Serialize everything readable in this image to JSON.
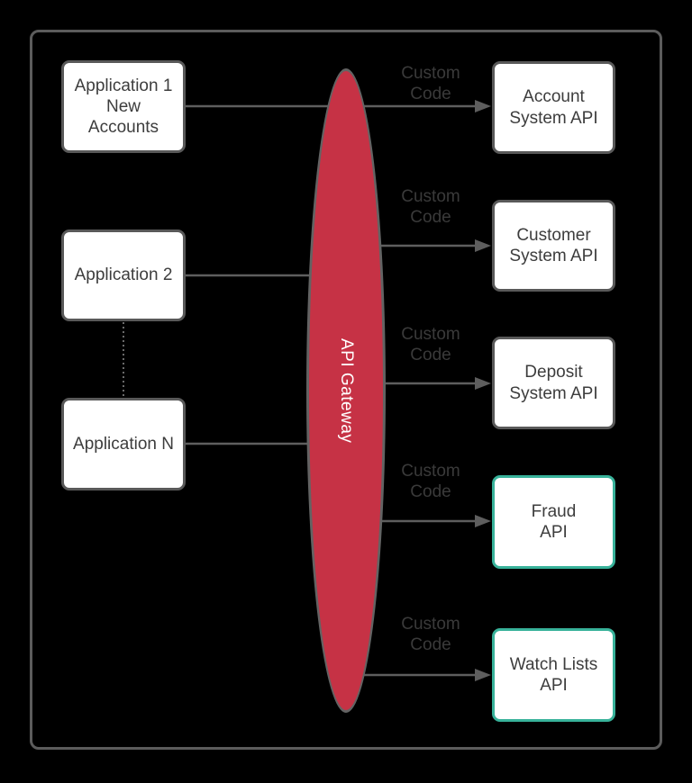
{
  "colors": {
    "background": "#000000",
    "frame_border": "#5c5c5c",
    "node_border": "#595959",
    "node_fill": "#ffffff",
    "node_text": "#3d3d3d",
    "teal_border": "#38b29a",
    "gateway_fill": "#c63245",
    "gateway_border": "#636363",
    "gateway_text": "#ffffff",
    "connector": "#5e5e5e",
    "label_text": "#3a3a3a"
  },
  "gateway": {
    "label": "API Gateway"
  },
  "custom_code": {
    "lines": [
      "Custom",
      "Code"
    ]
  },
  "applications": [
    {
      "id": "application-1",
      "lines": [
        "Application 1",
        "New",
        "Accounts"
      ]
    },
    {
      "id": "application-2",
      "lines": [
        "Application 2"
      ]
    },
    {
      "id": "application-n",
      "lines": [
        "Application N"
      ]
    }
  ],
  "apis": [
    {
      "id": "account-system-api",
      "lines": [
        "Account",
        "System API"
      ],
      "accent": "gray"
    },
    {
      "id": "customer-system-api",
      "lines": [
        "Customer",
        "System API"
      ],
      "accent": "gray"
    },
    {
      "id": "deposit-system-api",
      "lines": [
        "Deposit",
        "System API"
      ],
      "accent": "gray"
    },
    {
      "id": "fraud-api",
      "lines": [
        "Fraud",
        "API"
      ],
      "accent": "teal"
    },
    {
      "id": "watch-lists-api",
      "lines": [
        "Watch Lists",
        "API"
      ],
      "accent": "teal"
    }
  ]
}
